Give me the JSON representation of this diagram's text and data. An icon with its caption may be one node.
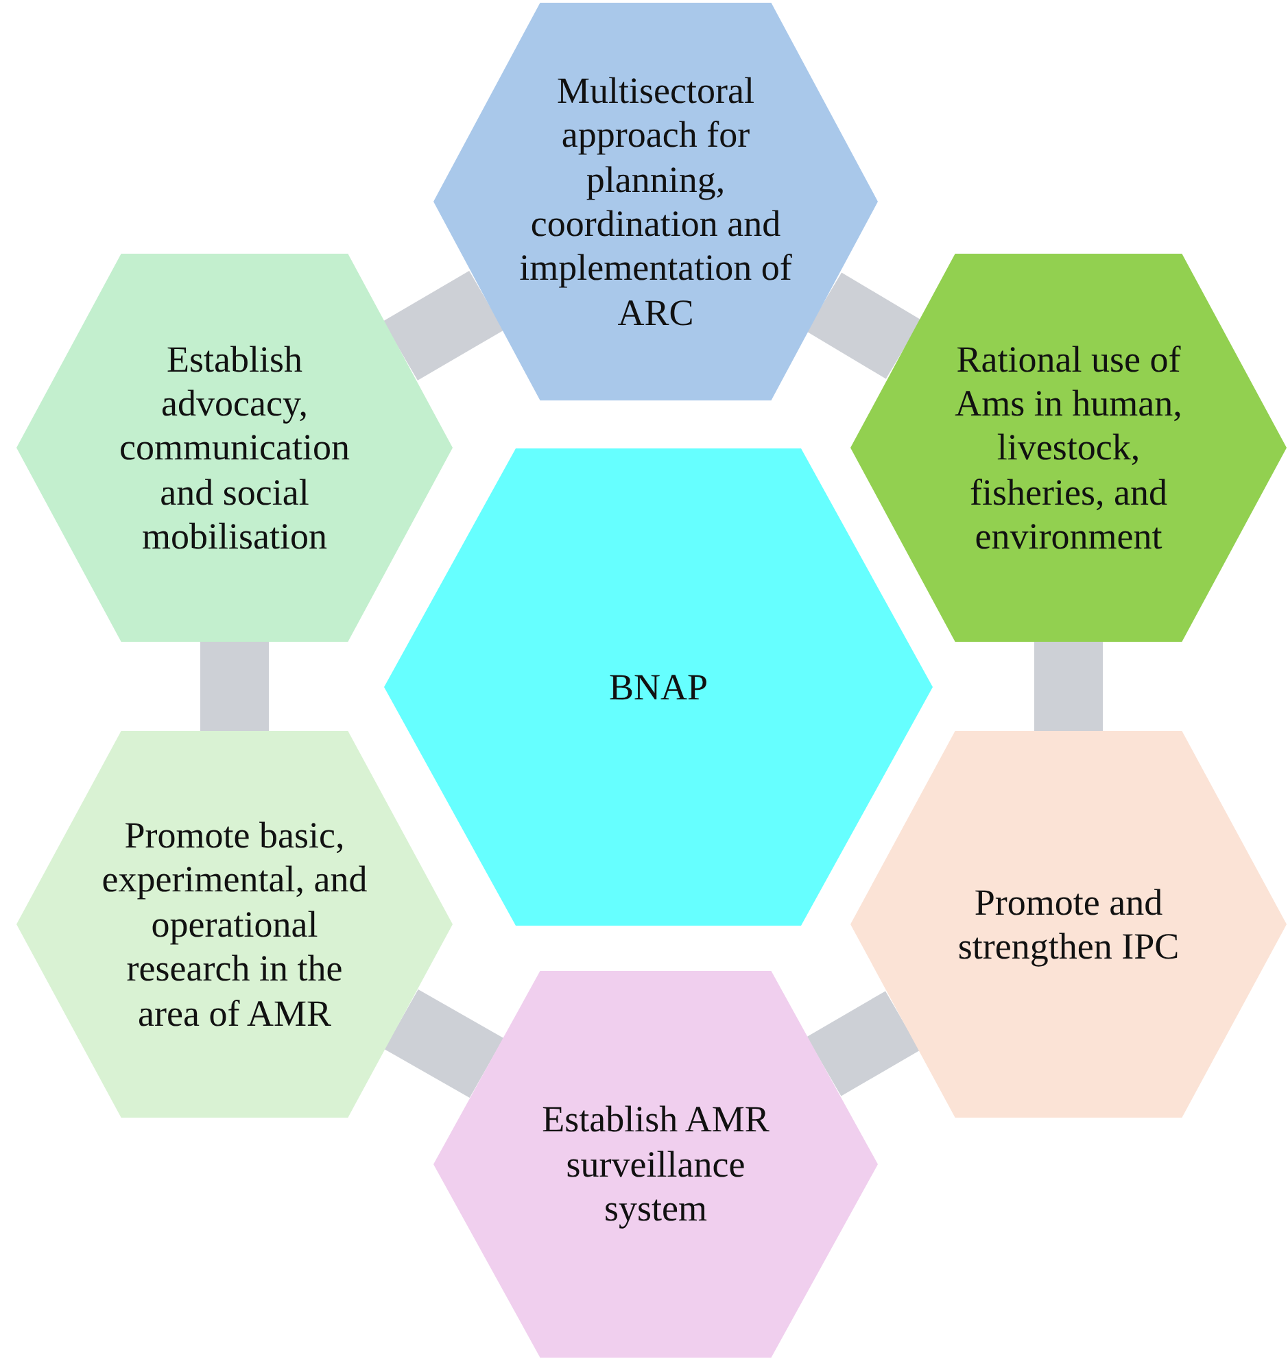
{
  "diagram": {
    "nodes": [
      {
        "text": [
          "Multisectoral approach for planning, coordination and implementation of ARC"
        ]
      },
      {
        "text": [
          "Establish advocacy, communication and social mobilisation"
        ]
      },
      {
        "text": [
          "Rational use of Ams in human, livestock, fisheries, and environment"
        ]
      },
      {
        "text": [
          "BNAP"
        ]
      },
      {
        "text": [
          "Promote basic, experimental, and operational research in the area of AMR"
        ]
      },
      {
        "text": [
          "Promote and strengthen IPC"
        ]
      },
      {
        "text": [
          "Establish AMR surveillance system"
        ]
      }
    ],
    "edges": [
      {
        "from": 0,
        "to": 2,
        "arrow": "none"
      },
      {
        "from": 2,
        "to": 5,
        "arrow": "none"
      },
      {
        "from": 5,
        "to": 6,
        "arrow": "none"
      },
      {
        "from": 6,
        "to": 4,
        "arrow": "none"
      },
      {
        "from": 4,
        "to": 1,
        "arrow": "none"
      },
      {
        "from": 1,
        "to": 0,
        "arrow": "none"
      }
    ]
  }
}
